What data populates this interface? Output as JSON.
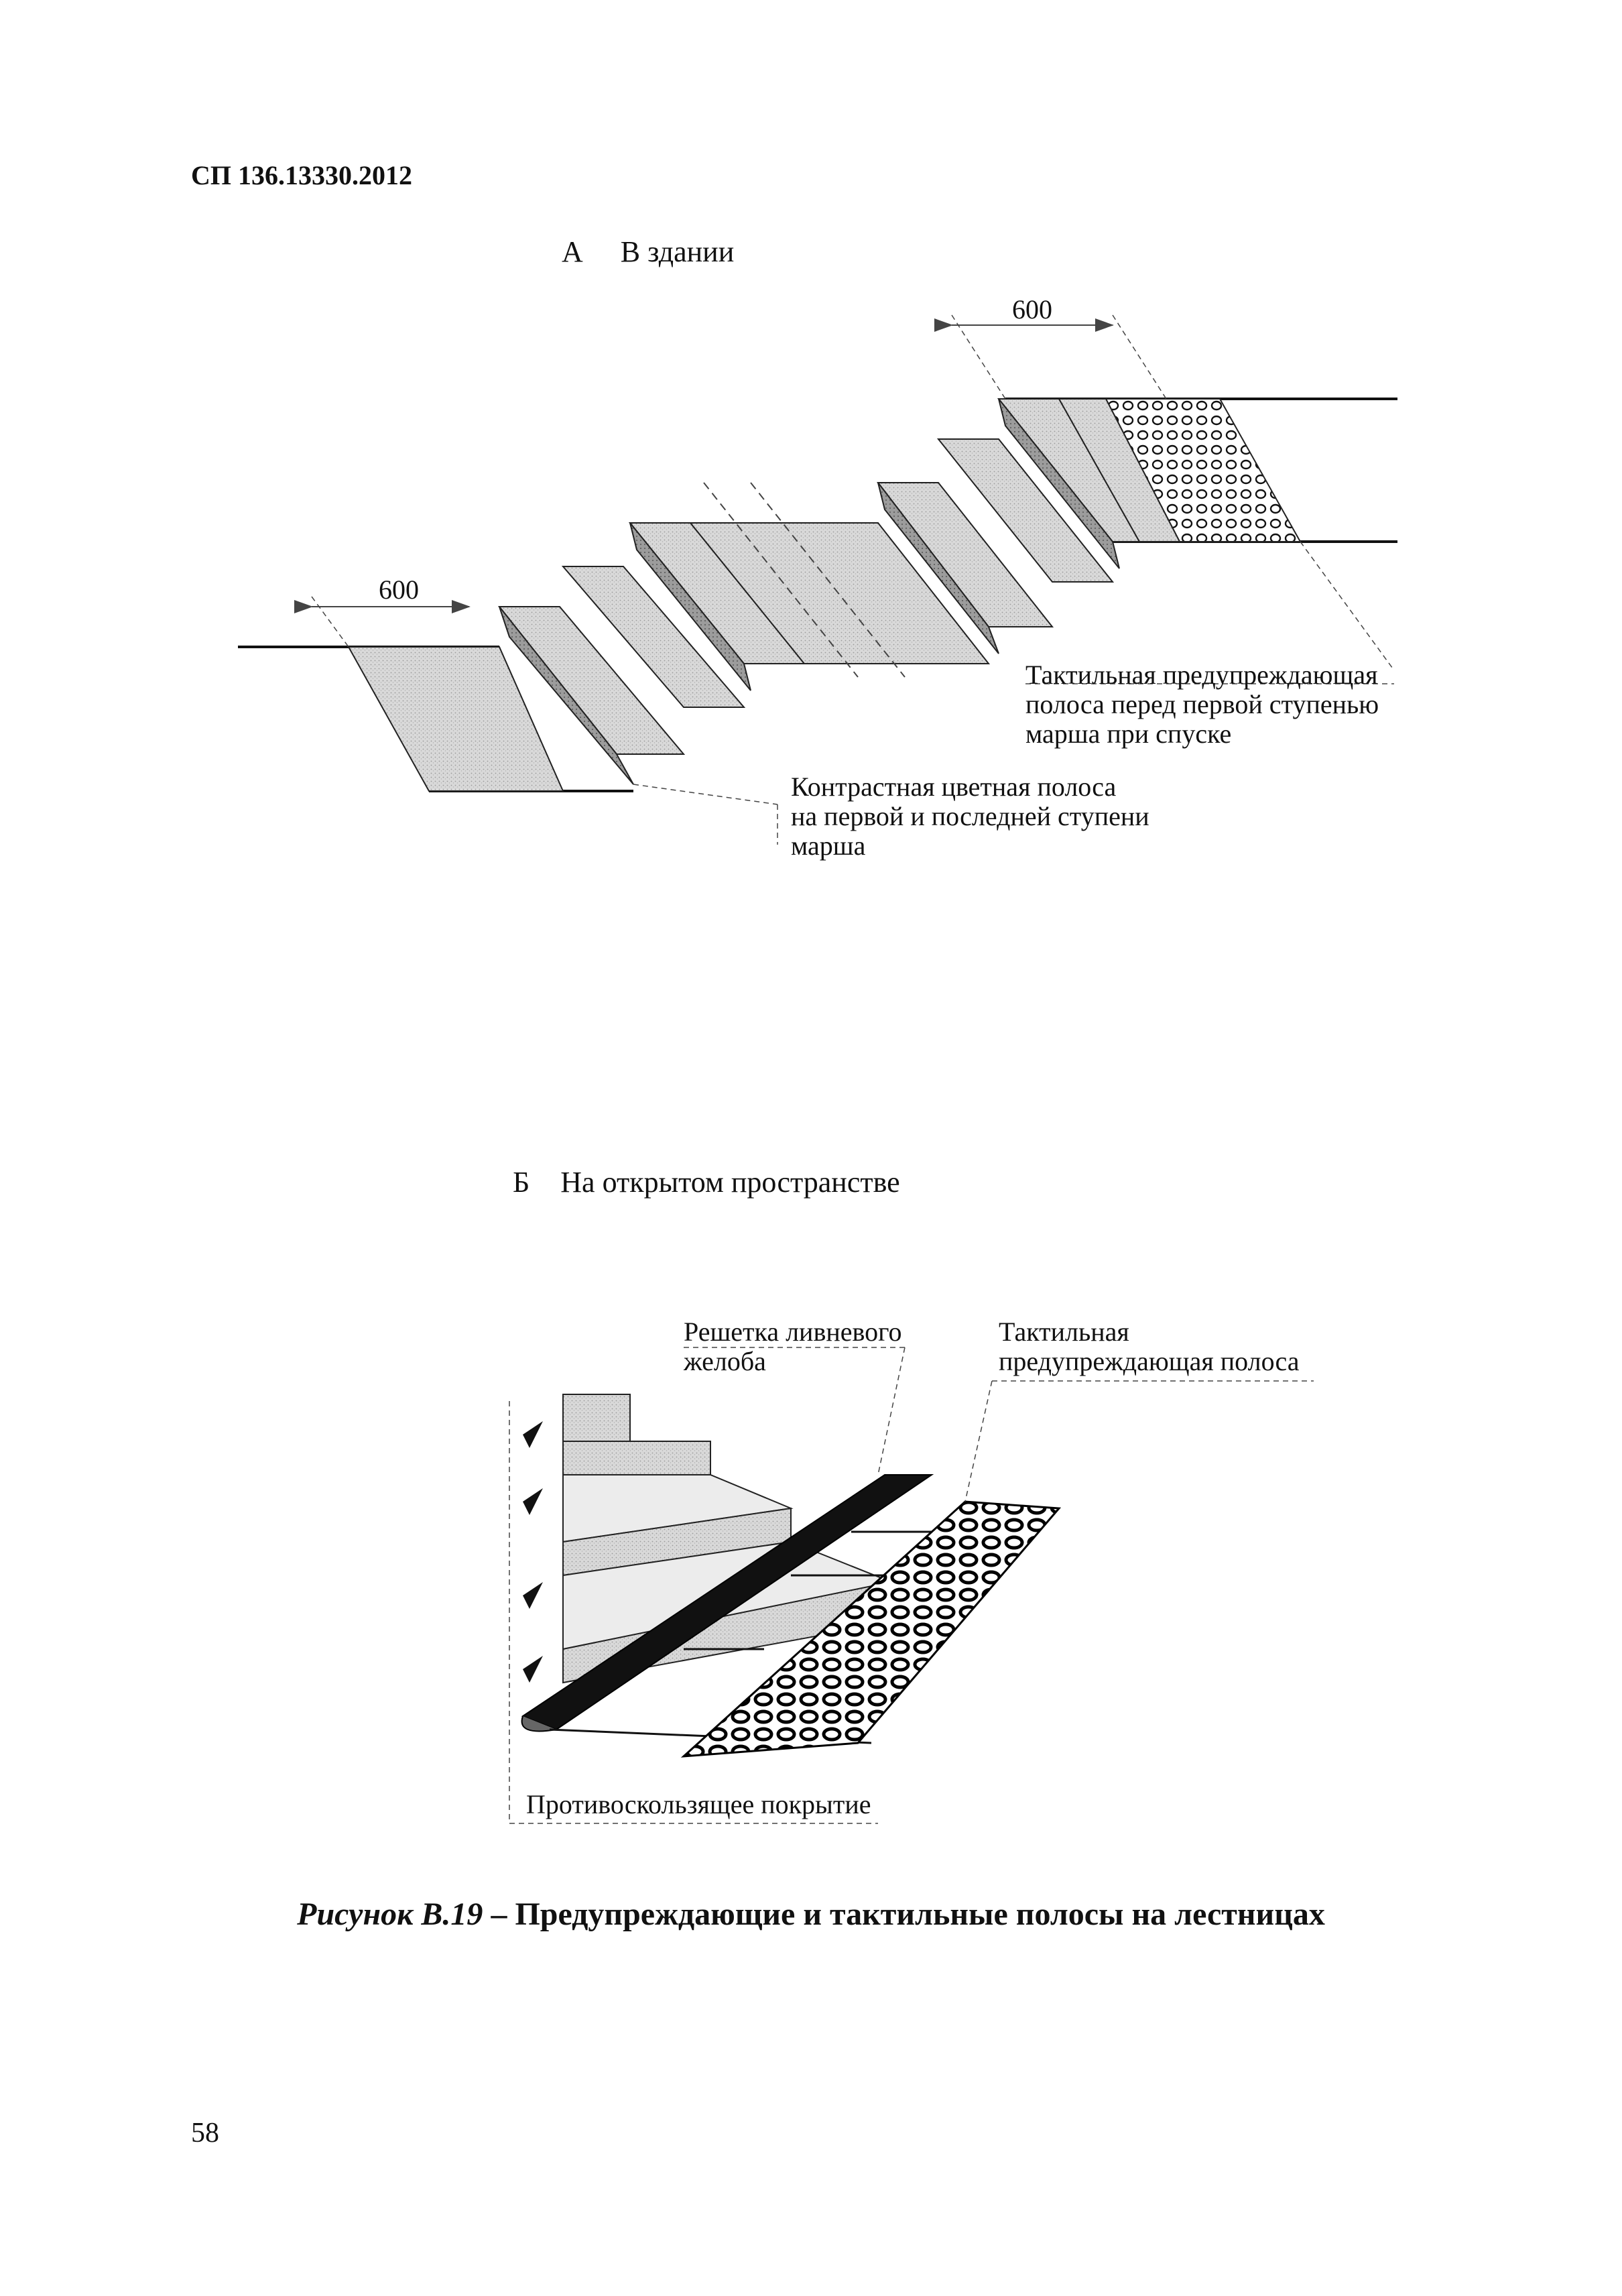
{
  "header": {
    "doc_code": "СП 136.13330.2012"
  },
  "figure": {
    "part_a": {
      "letter": "А",
      "title": "В здании",
      "dim_left": "600",
      "dim_right": "600",
      "label_tactile": [
        "Тактильная предупреждающая",
        "полоса перед первой ступенью",
        "марша при спуске"
      ],
      "label_contrast": [
        "Контрастная цветная полоса",
        "на первой и последней ступени",
        "марша"
      ]
    },
    "part_b": {
      "letter": "Б",
      "title": "На открытом пространстве",
      "label_grate": [
        "Решетка ливневого",
        "желоба"
      ],
      "label_tactile": [
        "Тактильная",
        "предупреждающая полоса"
      ],
      "label_antislip": "Противоскользящее покрытие"
    },
    "caption": {
      "number": "Рисунок В.19",
      "dash": " – ",
      "text": "Предупреждающие и тактильные полосы на лестницах"
    }
  },
  "page_number": "58"
}
